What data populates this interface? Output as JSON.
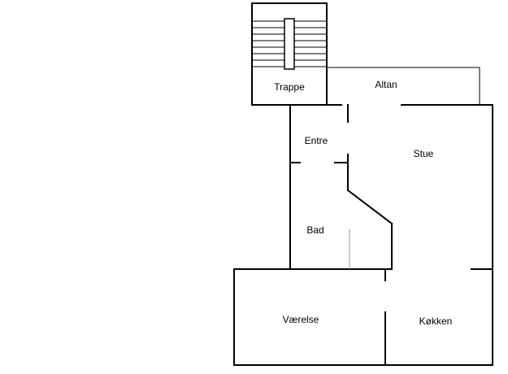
{
  "plan": {
    "rooms": {
      "trappe": "Trappe",
      "altan": "Altan",
      "entre": "Entre",
      "stue": "Stue",
      "bad": "Bad",
      "vaerelse": "Værelse",
      "koekken": "Køkken"
    },
    "colors": {
      "wall": "#000000",
      "thin_line": "#000000",
      "background": "#ffffff",
      "fixture": "#999999"
    }
  }
}
